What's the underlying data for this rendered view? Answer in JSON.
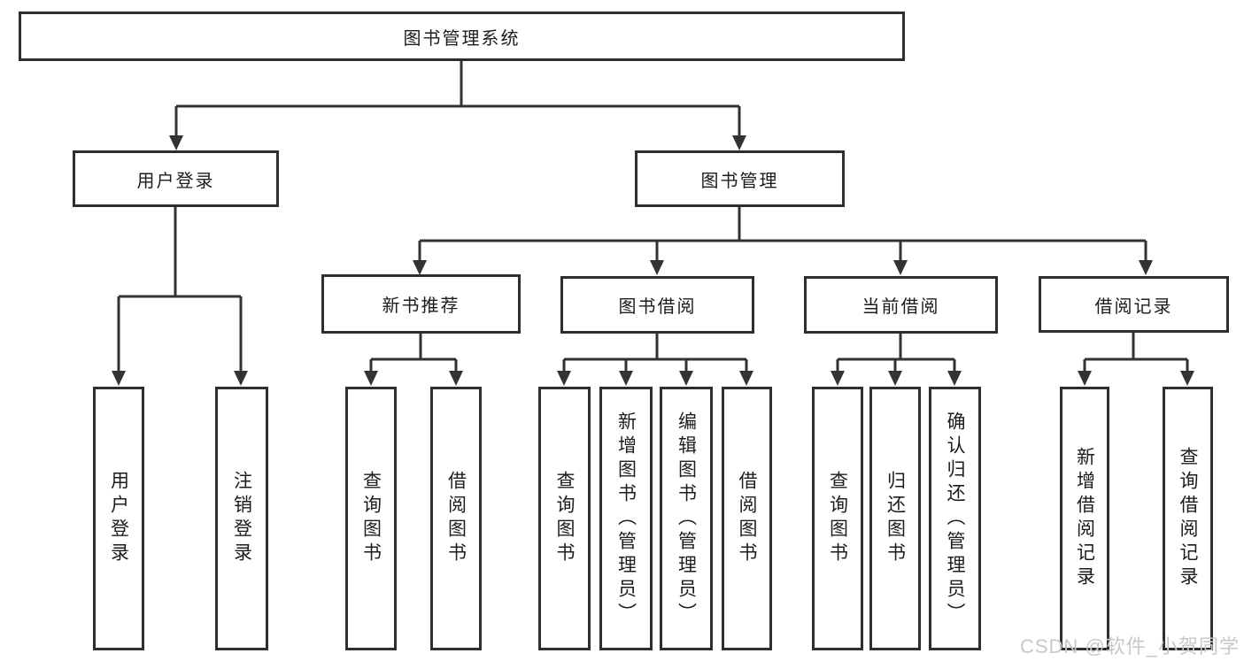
{
  "tree": {
    "root": {
      "label": "图书管理系统"
    },
    "user_login": {
      "label": "用户登录",
      "children": [
        {
          "label": "用户登录"
        },
        {
          "label": "注销登录"
        }
      ]
    },
    "book_mgmt": {
      "label": "图书管理",
      "sections": [
        {
          "label": "新书推荐",
          "children": [
            {
              "label": "查询图书"
            },
            {
              "label": "借阅图书"
            }
          ]
        },
        {
          "label": "图书借阅",
          "children": [
            {
              "label": "查询图书"
            },
            {
              "label": "新增图书（管理员）"
            },
            {
              "label": "编辑图书（管理员）"
            },
            {
              "label": "借阅图书"
            }
          ]
        },
        {
          "label": "当前借阅",
          "children": [
            {
              "label": "查询图书"
            },
            {
              "label": "归还图书"
            },
            {
              "label": "确认归还（管理员）"
            }
          ]
        },
        {
          "label": "借阅记录",
          "children": [
            {
              "label": "新增借阅记录"
            },
            {
              "label": "查询借阅记录"
            }
          ]
        }
      ]
    }
  },
  "watermark": {
    "text": "CSDN @软件_小贺同学"
  },
  "colors": {
    "line": "#333333",
    "box_border": "#2e2e2e",
    "text": "#1c1c1c",
    "watermark": "#c8c8c8",
    "background": "#ffffff"
  }
}
